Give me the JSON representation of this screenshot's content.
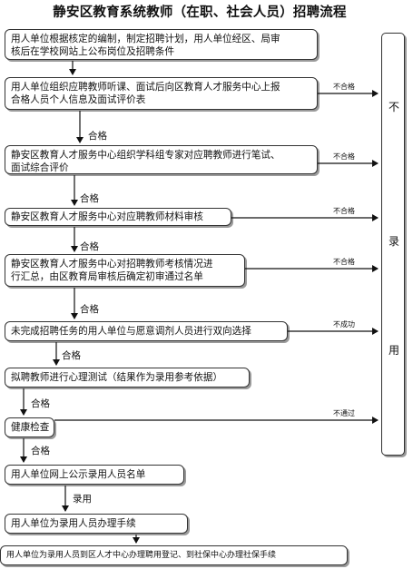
{
  "title": "静安区教育系统教师（在职、社会人员）招聘流程",
  "steps": [
    {
      "line1": "用人单位根据核定的编制，制定招聘计划，用人单位经区、局审",
      "line2": "核后在学校网站上公布岗位及招聘条件"
    },
    {
      "line1": "用人单位组织应聘教师听课、面试后向区教育人才服务中心上报",
      "line2": "合格人员个人信息及面试评价表"
    },
    {
      "line1": "静安区教育人才服务中心组织学科组专家对应聘教师进行笔试、",
      "line2": "面试综合评价"
    },
    {
      "line1": "静安区教育人才服务中心对应聘教师材料审核"
    },
    {
      "line1": "静安区教育人才服务中心对招聘教师考核情况进",
      "line2": "行汇总，由区教育局审核后确定初审通过名单"
    },
    {
      "line1": "未完成招聘任务的用人单位与愿意调剂人员进行双向选择"
    },
    {
      "line1": "拟聘教师进行心理测试（结果作为录用参考依据）"
    },
    {
      "line1": "健康检查"
    },
    {
      "line1": "用人单位网上公示录用人员名单"
    },
    {
      "line1": "用人单位为录用人员办理手续"
    },
    {
      "line1": "用人单位为录用人员到区人才中心办理聘用登记、到社保中心办理社保手续"
    }
  ],
  "flow_labels": [
    "合格",
    "合格",
    "合格",
    "合格",
    "合格",
    "合格",
    "合格",
    "录用"
  ],
  "side_labels": [
    "不合格",
    "不合格",
    "不合格",
    "不合格",
    "不成功",
    "不通过"
  ],
  "outcome": {
    "c1": "不",
    "c2": "录",
    "c3": "用"
  }
}
